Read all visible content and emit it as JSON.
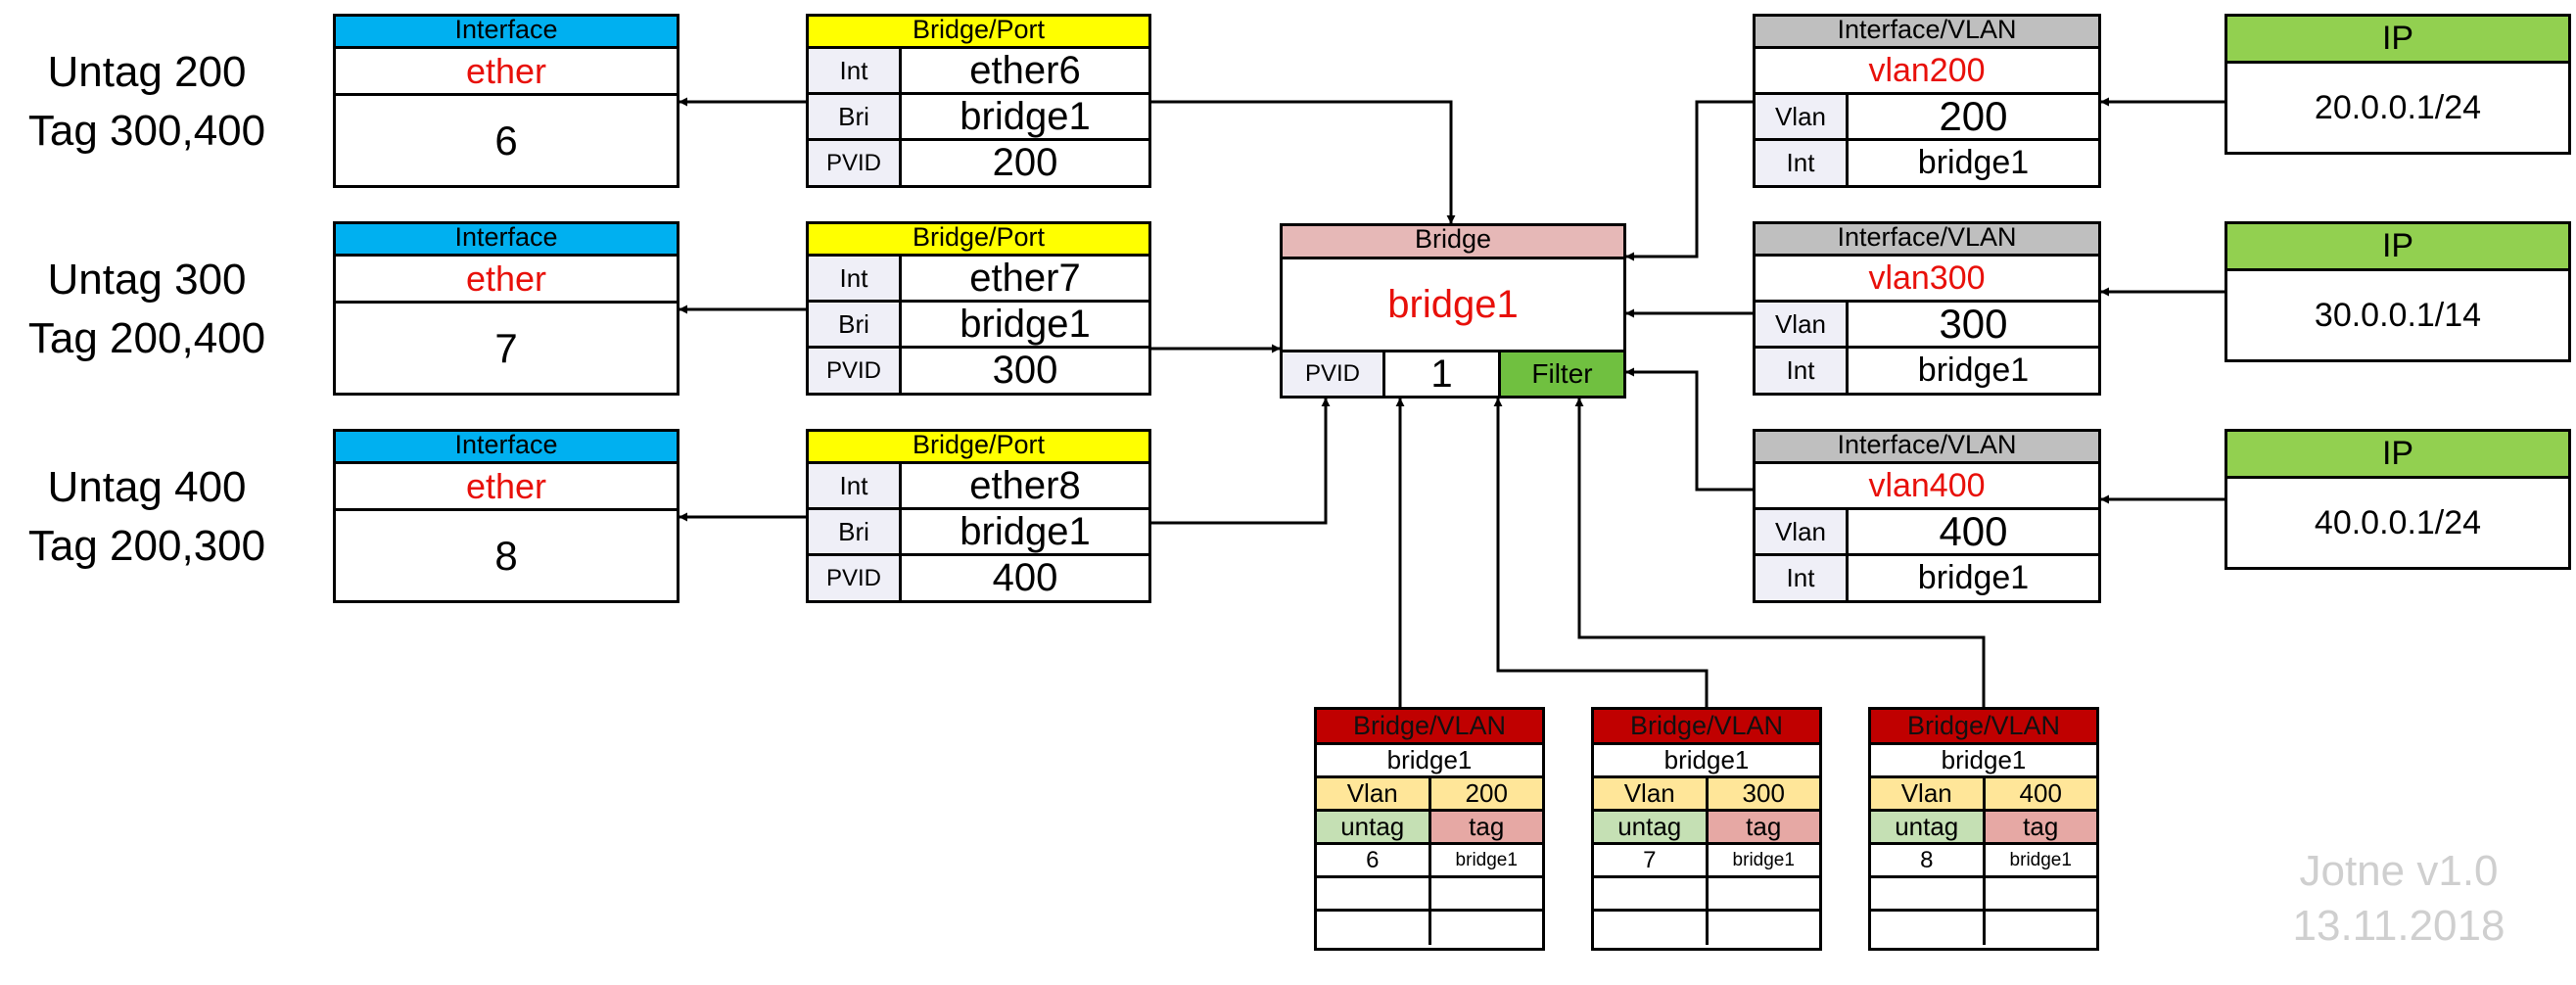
{
  "colors": {
    "interface": "#00b0f0",
    "bridge_port": "#ffff00",
    "bridge": "#e6b8b7",
    "interface_vlan": "#bfbfbf",
    "ip": "#92d050",
    "bridge_vlan": "#c00000",
    "vlan_row": "#ffe699",
    "untag": "#c5e0b4",
    "tag": "#e6a8a4",
    "filter": "#70c040",
    "red_text": "#e8100a"
  },
  "side_labels": [
    {
      "untag": "Untag 200",
      "tag": "Tag 300,400"
    },
    {
      "untag": "Untag 300",
      "tag": "Tag 200,400"
    },
    {
      "untag": "Untag 400",
      "tag": "Tag 200,300"
    }
  ],
  "interfaces": [
    {
      "header": "Interface",
      "name": "ether",
      "number": "6"
    },
    {
      "header": "Interface",
      "name": "ether",
      "number": "7"
    },
    {
      "header": "Interface",
      "name": "ether",
      "number": "8"
    }
  ],
  "bridge_ports": [
    {
      "header": "Bridge/Port",
      "int_label": "Int",
      "int": "ether6",
      "bri_label": "Bri",
      "bri": "bridge1",
      "pvid_label": "PVID",
      "pvid": "200"
    },
    {
      "header": "Bridge/Port",
      "int_label": "Int",
      "int": "ether7",
      "bri_label": "Bri",
      "bri": "bridge1",
      "pvid_label": "PVID",
      "pvid": "300"
    },
    {
      "header": "Bridge/Port",
      "int_label": "Int",
      "int": "ether8",
      "bri_label": "Bri",
      "bri": "bridge1",
      "pvid_label": "PVID",
      "pvid": "400"
    }
  ],
  "bridge": {
    "header": "Bridge",
    "name": "bridge1",
    "pvid_label": "PVID",
    "pvid": "1",
    "filter": "Filter"
  },
  "interface_vlans": [
    {
      "header": "Interface/VLAN",
      "name": "vlan200",
      "vlan_label": "Vlan",
      "vlan": "200",
      "int_label": "Int",
      "int": "bridge1"
    },
    {
      "header": "Interface/VLAN",
      "name": "vlan300",
      "vlan_label": "Vlan",
      "vlan": "300",
      "int_label": "Int",
      "int": "bridge1"
    },
    {
      "header": "Interface/VLAN",
      "name": "vlan400",
      "vlan_label": "Vlan",
      "vlan": "400",
      "int_label": "Int",
      "int": "bridge1"
    }
  ],
  "ips": [
    {
      "header": "IP",
      "address": "20.0.0.1/24"
    },
    {
      "header": "IP",
      "address": "30.0.0.1/14"
    },
    {
      "header": "IP",
      "address": "40.0.0.1/24"
    }
  ],
  "bridge_vlans": [
    {
      "header": "Bridge/VLAN",
      "bridge": "bridge1",
      "vlan_label": "Vlan",
      "vlan": "200",
      "untag_label": "untag",
      "tag_label": "tag",
      "untag": "6",
      "tag": "bridge1"
    },
    {
      "header": "Bridge/VLAN",
      "bridge": "bridge1",
      "vlan_label": "Vlan",
      "vlan": "300",
      "untag_label": "untag",
      "tag_label": "tag",
      "untag": "7",
      "tag": "bridge1"
    },
    {
      "header": "Bridge/VLAN",
      "bridge": "bridge1",
      "vlan_label": "Vlan",
      "vlan": "400",
      "untag_label": "untag",
      "tag_label": "tag",
      "untag": "8",
      "tag": "bridge1"
    }
  ],
  "watermark": {
    "name": "Jotne  v1.0",
    "date": "13.11.2018"
  }
}
